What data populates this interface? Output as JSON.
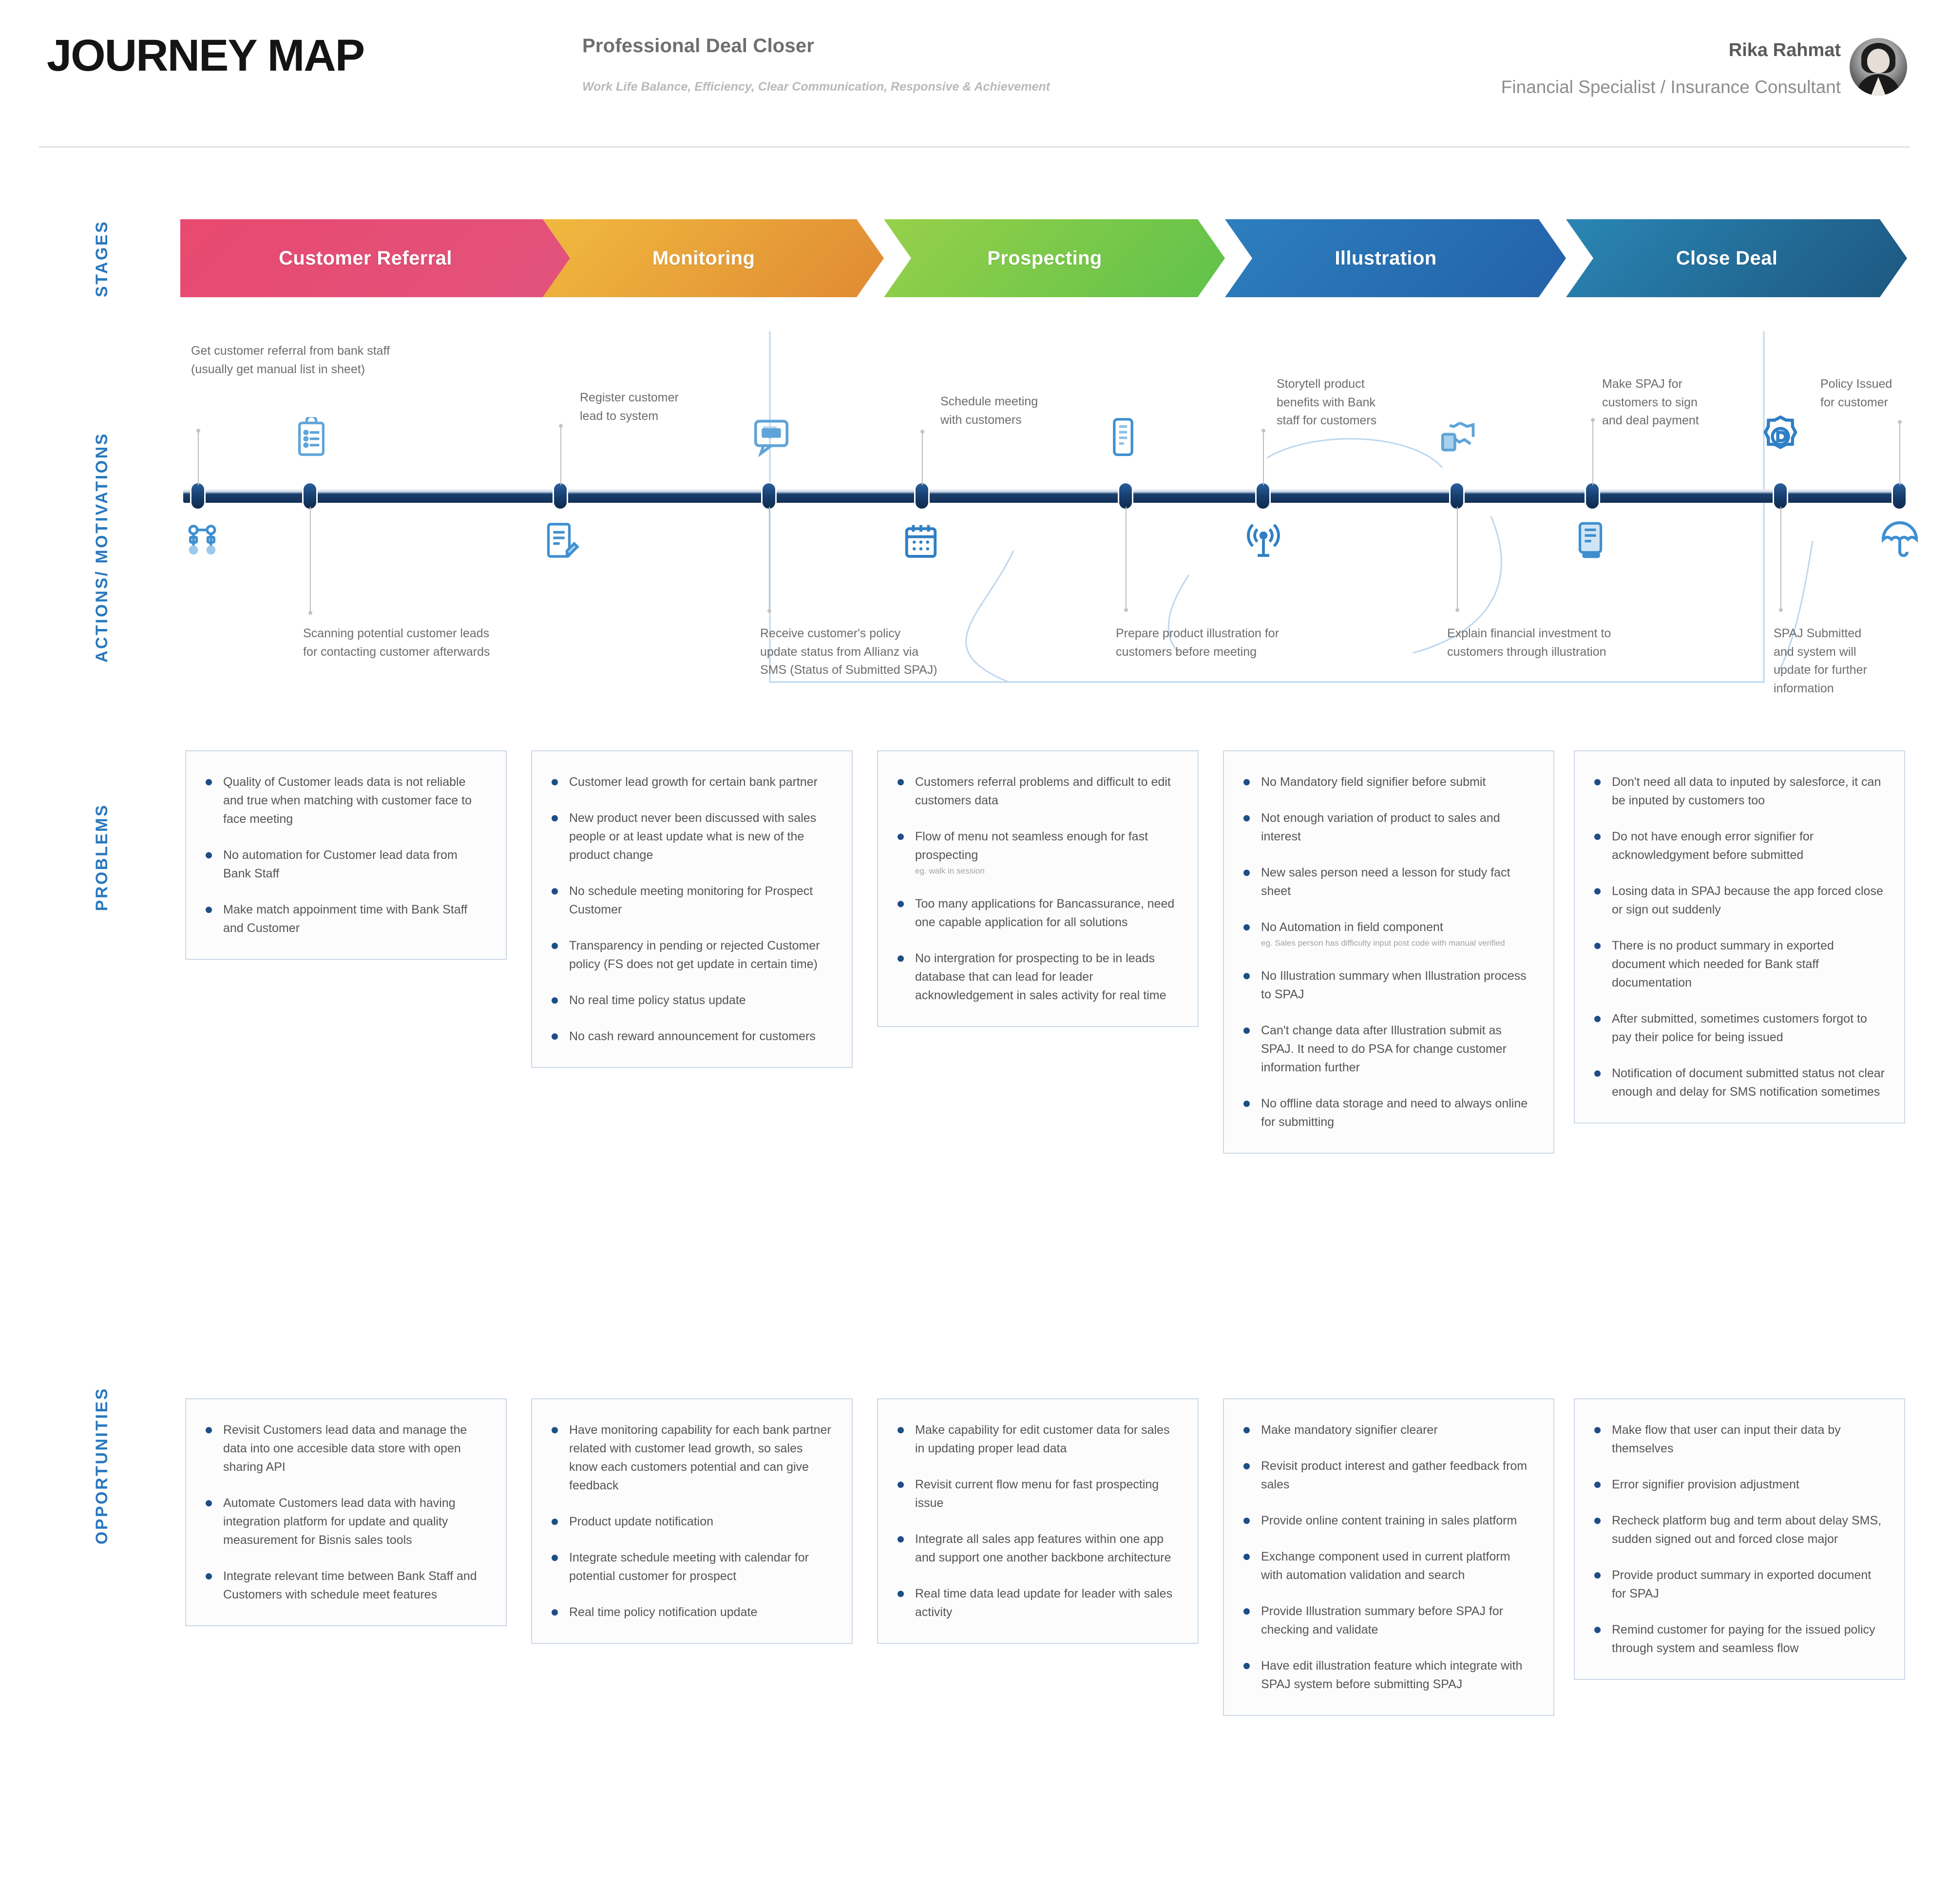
{
  "header": {
    "title": "JOURNEY MAP",
    "persona_role": "Professional Deal Closer",
    "persona_tagline": "Work Life Balance, Efficiency, Clear Communication, Responsive & Achievement",
    "person_name": "Rika Rahmat",
    "person_title": "Financial Specialist / Insurance Consultant"
  },
  "side_labels": {
    "stages": "STAGES",
    "actions": "ACTIONS/ MOTIVATIONS",
    "problems": "PROBLEMS",
    "opportunities": "OPPORTUNITIES"
  },
  "stages": [
    {
      "label": "Customer Referral",
      "color_from": "#e8496f",
      "color_to": "#e2537c"
    },
    {
      "label": "Monitoring",
      "color_from": "#f0b93f",
      "color_to": "#e08a33"
    },
    {
      "label": "Prospecting",
      "color_from": "#97d04a",
      "color_to": "#5fc24a"
    },
    {
      "label": "Illustration",
      "color_from": "#2d7fbe",
      "color_to": "#2361a8"
    },
    {
      "label": "Close Deal",
      "color_from": "#2a86b4",
      "color_to": "#1d5780"
    }
  ],
  "actions": {
    "above": [
      {
        "text": "Get customer referral from bank staff\n(usually get manual list in sheet)"
      },
      {
        "text": "Register customer\nlead to system"
      },
      {
        "text": "Schedule meeting\nwith customers"
      },
      {
        "text": "Storytell product\nbenefits with Bank\nstaff for customers"
      },
      {
        "text": "Make SPAJ for\ncustomers to sign\nand deal payment"
      },
      {
        "text": "Policy Issued\nfor customer"
      }
    ],
    "below": [
      {
        "text": "Scanning potential customer leads\nfor contacting customer afterwards"
      },
      {
        "text": "Receive customer's policy\nupdate status from Allianz via\nSMS (Status of Submitted SPAJ)"
      },
      {
        "text": "Prepare product illustration for\ncustomers before meeting"
      },
      {
        "text": "Explain financial investment to\ncustomers through illustration"
      },
      {
        "text": "SPAJ Submitted\nand system will\nupdate for further\ninformation"
      }
    ],
    "icons": [
      "people-network-icon",
      "clipboard-list-icon",
      "document-edit-icon",
      "chat-bubble-icon",
      "calendar-icon",
      "mobile-list-icon",
      "broadcast-icon",
      "handshake-icon",
      "tablet-sign-icon",
      "verified-badge-icon",
      "umbrella-icon"
    ]
  },
  "problems": [
    {
      "stage": "Customer Referral",
      "items": [
        {
          "text": "Quality of Customer leads data is not reliable and true when matching with customer face to face meeting"
        },
        {
          "text": "No automation for Customer lead data from Bank Staff"
        },
        {
          "text": "Make match appoinment time with Bank Staff and Customer"
        }
      ]
    },
    {
      "stage": "Monitoring",
      "items": [
        {
          "text": "Customer lead growth for certain bank partner"
        },
        {
          "text": "New product never been discussed with sales people or at least update what is new of the product change"
        },
        {
          "text": "No schedule meeting monitoring for Prospect Customer"
        },
        {
          "text": "Transparency in pending or rejected Customer policy (FS does not get update in certain time)"
        },
        {
          "text": "No real time policy status update"
        },
        {
          "text": "No cash reward announcement for customers"
        }
      ]
    },
    {
      "stage": "Prospecting",
      "items": [
        {
          "text": "Customers referral problems and difficult to edit customers data"
        },
        {
          "text": "Flow of menu not seamless enough for fast prospecting",
          "sub": "eg. walk in session"
        },
        {
          "text": "Too many applications for Bancassurance, need one capable application for all solutions"
        },
        {
          "text": "No intergration for prospecting to be in leads database that can lead for leader acknowledgement in sales activity for real time"
        }
      ]
    },
    {
      "stage": "Illustration",
      "items": [
        {
          "text": "No Mandatory field signifier before submit"
        },
        {
          "text": "Not enough variation of product to sales and interest"
        },
        {
          "text": "New sales person need a lesson for study fact sheet"
        },
        {
          "text": "No Automation in field component",
          "sub": "eg. Sales person has difficulty input post code with manual verified"
        },
        {
          "text": "No Illustration summary when Illustration process to SPAJ"
        },
        {
          "text": "Can't change data after Illustration submit as SPAJ. It need to do PSA for change customer information further"
        },
        {
          "text": "No offline data storage and need to always online for submitting"
        }
      ]
    },
    {
      "stage": "Close Deal",
      "items": [
        {
          "text": "Don't need all data to inputed by salesforce, it can be inputed by customers too"
        },
        {
          "text": "Do not have enough error signifier for acknowledgyment before submitted"
        },
        {
          "text": "Losing data in SPAJ because the app forced close or sign out suddenly"
        },
        {
          "text": "There is no product summary in exported document which needed for Bank staff documentation"
        },
        {
          "text": "After submitted, sometimes customers forgot to pay their police for being issued"
        },
        {
          "text": "Notification of document submitted status not clear enough and delay for SMS notification sometimes"
        }
      ]
    }
  ],
  "opportunities": [
    {
      "stage": "Customer Referral",
      "items": [
        {
          "text": "Revisit Customers lead data and manage the data into one accesible data store with open sharing API"
        },
        {
          "text": "Automate Customers lead data with having integration platform for update and quality measurement for Bisnis sales tools"
        },
        {
          "text": "Integrate relevant time between Bank Staff and Customers with schedule meet features"
        }
      ]
    },
    {
      "stage": "Monitoring",
      "items": [
        {
          "text": "Have monitoring capability for each bank partner related with customer lead growth, so sales know each customers potential and can give feedback"
        },
        {
          "text": "Product update notification"
        },
        {
          "text": "Integrate schedule meeting with calendar for potential customer for prospect"
        },
        {
          "text": "Real time policy notification update"
        }
      ]
    },
    {
      "stage": "Prospecting",
      "items": [
        {
          "text": "Make capability for edit customer data for sales in updating proper lead data"
        },
        {
          "text": "Revisit current flow menu for fast prospecting issue"
        },
        {
          "text": "Integrate all sales app features within one app and support one another backbone architecture"
        },
        {
          "text": "Real time data lead update for leader with sales activity"
        }
      ]
    },
    {
      "stage": "Illustration",
      "items": [
        {
          "text": "Make mandatory signifier clearer"
        },
        {
          "text": "Revisit product interest and gather feedback from sales"
        },
        {
          "text": "Provide online content training in sales platform"
        },
        {
          "text": "Exchange component used in current platform with automation validation and search"
        },
        {
          "text": "Provide Illustration summary before SPAJ for checking and validate"
        },
        {
          "text": "Have edit illustration feature which integrate with SPAJ system before submitting SPAJ"
        }
      ]
    },
    {
      "stage": "Close Deal",
      "items": [
        {
          "text": "Make flow that user can input their data by themselves"
        },
        {
          "text": "Error signifier provision adjustment"
        },
        {
          "text": "Recheck platform bug and term about delay SMS, sudden signed out and forced close major"
        },
        {
          "text": "Provide product summary in exported document for SPAJ"
        },
        {
          "text": "Remind customer for paying for the issued policy through system and seamless flow"
        }
      ]
    }
  ],
  "colors": {
    "accent_blue": "#2a78bd",
    "timeline_dark": "#173f70",
    "icon_blue": "#2f7fc4",
    "card_border": "#ccd8e6",
    "bullet": "#1f4e86"
  }
}
